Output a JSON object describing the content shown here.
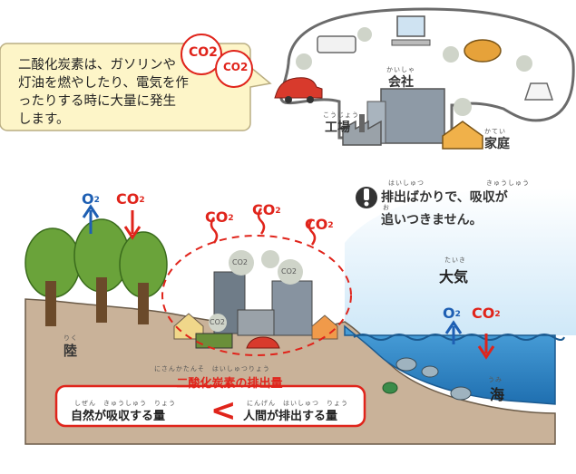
{
  "callout": {
    "text": "二酸化炭素は、ガソリンや灯油を燃やしたり、電気を作ったりする時に大量に発生します。"
  },
  "bubble_badges": [
    "CO2",
    "CO2"
  ],
  "sources": {
    "office_label": "会社",
    "factory_label": "工場",
    "home_label": "家庭",
    "office_ruby": "かいしゃ",
    "factory_ruby": "こうじょう",
    "home_ruby": "かてい"
  },
  "warning": {
    "line1": "排出ばかりで、吸収が",
    "line2": "追いつきません。",
    "ruby1": "はいしゅつ",
    "ruby2": "きゅうしゅう",
    "ruby3": "お"
  },
  "forest": {
    "o2": "O",
    "o2_sub": "2",
    "co2": "CO",
    "co2_sub": "2"
  },
  "city_co2": [
    "CO",
    "CO",
    "CO"
  ],
  "city_co2_sub": "2",
  "smoke_labels": [
    "CO2",
    "CO2",
    "CO2"
  ],
  "labels": {
    "land": "陸",
    "land_ruby": "りく",
    "sky": "大気",
    "sky_ruby": "たいき",
    "sea": "海",
    "sea_ruby": "うみ"
  },
  "sea_gases": {
    "o2": "O",
    "o2_sub": "2",
    "co2": "CO",
    "co2_sub": "2"
  },
  "emissions": {
    "title": "二酸化炭素の排出量",
    "title_ruby": "にさんかたんそ　はいしゅつりょう",
    "absorbed": "自然が吸収する量",
    "absorbed_ruby": "しぜん　きゅうしゅう　りょう",
    "emitted": "人間が排出する量",
    "emitted_ruby": "にんげん　はいしゅつ　りょう",
    "comparison": "<"
  },
  "colors": {
    "co2": "#e0241b",
    "o2": "#1e5fb3",
    "ground": "#c9b299",
    "sea": "#2f86c8",
    "sky": "#d9eefa",
    "callout_fill": "#fdf5c8"
  }
}
